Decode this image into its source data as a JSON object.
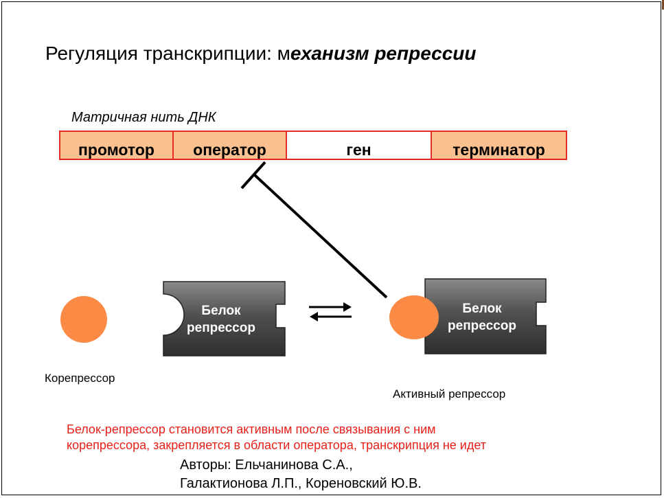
{
  "slide": {
    "title_plain": "Регуляция транскрипции: м",
    "title_emph": "еханизм репрессии",
    "dna_caption": "Матричная нить ДНК",
    "segments": [
      {
        "label": "промотор",
        "fill": "orange"
      },
      {
        "label": "оператор",
        "fill": "orange"
      },
      {
        "label": "ген",
        "fill": "white"
      },
      {
        "label": "терминатор",
        "fill": "orange"
      }
    ],
    "repressor_left": {
      "line1": "Белок",
      "line2": "репрессор"
    },
    "repressor_right": {
      "line1": "Белок",
      "line2": "репрессор"
    },
    "corepressor_label": "Корепрессор",
    "active_repressor_label": "Активный репрессор",
    "note_line1": "Белок-репрессор становится активным после связывания с ним",
    "note_line2": "корепрессора, закрепляется в области оператора, транскрипция не идет",
    "authors_line1": "Авторы: Ельчанинова С.А.,",
    "authors_line2": "Галактионова Л.П., Кореновский Ю.В."
  },
  "colors": {
    "segment_orange": "#fbc08f",
    "segment_border": "#e52a24",
    "corepressor": "#fb8a45",
    "protein_dark": "#3e3e3e",
    "protein_light": "#8a8a8a",
    "note_text": "#e8201a"
  }
}
